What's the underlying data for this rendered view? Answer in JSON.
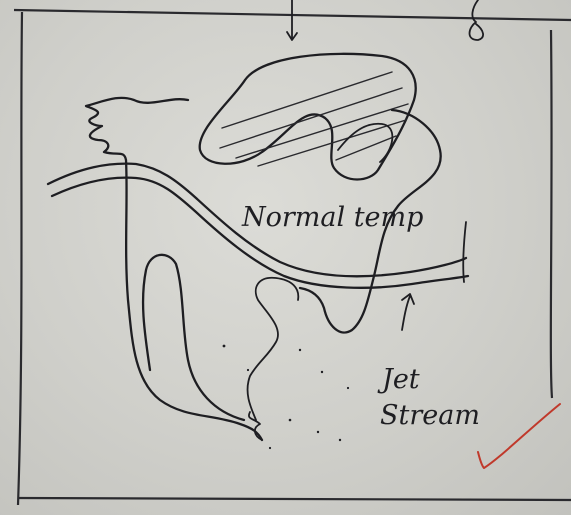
{
  "diagram": {
    "labels": {
      "normal_temp": "Normal temp",
      "jet_stream_line1": "Jet",
      "jet_stream_line2": "Stream"
    },
    "colors": {
      "ink": "#1e1e22",
      "paper": "#d6d6d1",
      "check_mark": "#c0392b"
    }
  }
}
